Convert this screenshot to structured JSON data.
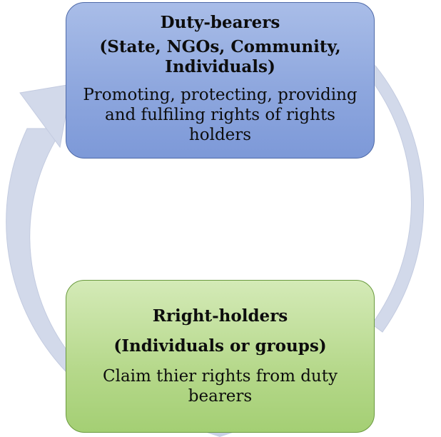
{
  "colors": {
    "top_box": "#8ea7de",
    "bottom_box": "#b5d88a",
    "arrow": "#d2d9ea"
  },
  "duty_bearers": {
    "title": "Duty-bearers",
    "subtitle": "(State, NGOs, Community, Individuals)",
    "description": "Promoting, protecting, providing and fulfiling rights of rights holders"
  },
  "right_holders": {
    "title": "Rright-holders",
    "subtitle": "(Individuals or groups)",
    "description": "Claim thier rights from duty bearers"
  }
}
